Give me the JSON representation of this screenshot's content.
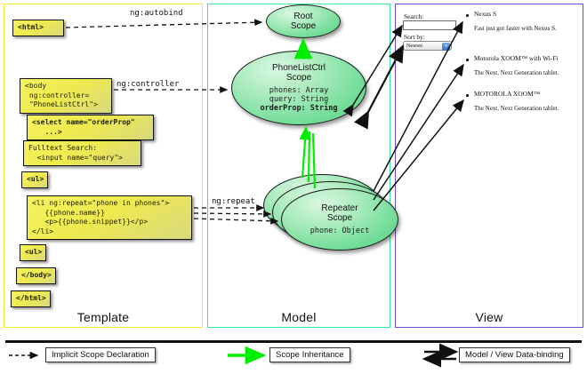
{
  "panels": {
    "template": {
      "label": "Template",
      "border_color": "#f2ef28"
    },
    "model": {
      "label": "Model",
      "border_color": "#35e8a0"
    },
    "view": {
      "label": "View",
      "border_color": "#6a4bd8"
    }
  },
  "template_code": [
    {
      "name": "html-open-tag",
      "text": "<html>"
    },
    {
      "name": "body-controller",
      "text": "<body\n ng:controller=\n \"PhoneListCtrl\">"
    },
    {
      "name": "select-orderprop",
      "text": "<select name=\"orderProp\"\n   ...>"
    },
    {
      "name": "fulltext-search",
      "text": "Fulltext Search:\n  <input name=\"query\">"
    },
    {
      "name": "ul-open-tag",
      "text": "<ul>"
    },
    {
      "name": "li-ng-repeat",
      "text": "<li ng:repeat=\"phone in phones\">\n   {{phone.name}}\n   <p>{{phone.snippet}}</p>\n</li>"
    },
    {
      "name": "ul-close-tag",
      "text": "<ul>"
    },
    {
      "name": "body-close-tag",
      "text": "</body>"
    },
    {
      "name": "html-close-tag",
      "text": "</html>"
    }
  ],
  "scopes": {
    "root": {
      "title": "Root\nScope",
      "props": ""
    },
    "phonelistctrl": {
      "title": "PhoneListCtrl\nScope",
      "props_plain": "phones: Array\nquery: String",
      "props_bold": "orderProp: String"
    },
    "repeater": {
      "title": "Repeater\nScope",
      "props": "phone: Object"
    }
  },
  "edge_labels": {
    "autobind": "ng:autobind",
    "controller": "ng:controller",
    "repeat": "ng:repeat"
  },
  "view": {
    "search_label": "Search:",
    "search_value": "",
    "sort_label": "Sort by:",
    "sort_selected": "Newest",
    "phones": [
      {
        "name": "Nexus S",
        "snippet": "Fast just got faster with Nexus S."
      },
      {
        "name": "Motorola XOOM™ with Wi-Fi",
        "snippet": "The Next, Next Generation tablet."
      },
      {
        "name": "MOTOROLA XOOM™",
        "snippet": "The Next, Next Generation tablet."
      }
    ]
  },
  "legend": [
    {
      "name": "implicit-scope-declaration",
      "label": "Implicit Scope Declaration",
      "style": "dashed-arrow",
      "color": "#111111"
    },
    {
      "name": "scope-inheritance",
      "label": "Scope Inheritance",
      "style": "green-arrow",
      "color": "#00ee00"
    },
    {
      "name": "model-view-data-binding",
      "label": "Model / View Data-binding",
      "style": "double-arrow",
      "color": "#111111"
    }
  ]
}
